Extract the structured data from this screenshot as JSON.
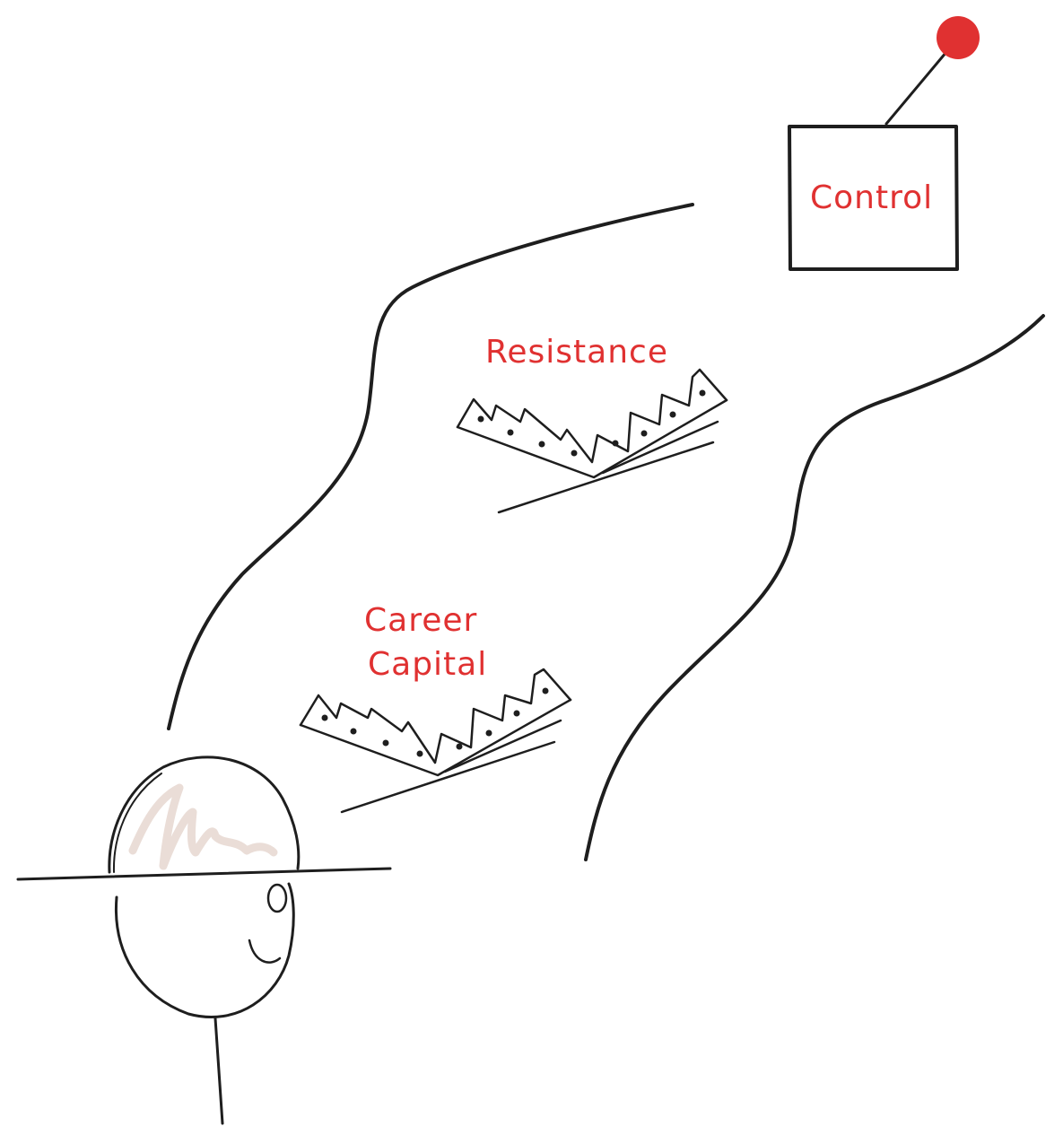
{
  "labels": {
    "control": "Control",
    "resistance": "Resistance",
    "career_line1": "Career",
    "career_line2": "Capital"
  },
  "colors": {
    "ink": "#1e1e1e",
    "accent_red": "#e03131",
    "hat_fill": "#eaddd7"
  },
  "icons": {
    "control_box": "joystick-box",
    "traps": "bear-trap-icon",
    "person": "stick-figure-with-hat"
  }
}
